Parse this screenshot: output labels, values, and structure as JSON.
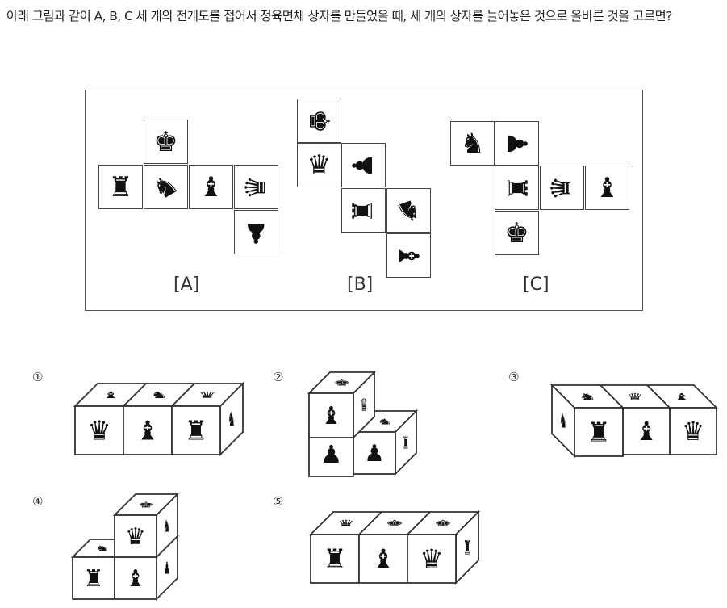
{
  "question": "아래 그림과 같이 A, B, C 세 개의 전개도를 접어서 정육면체 상자를 만들었을 때, 세 개의 상자를 늘어놓은 것으로 올바른 것을 고르면?",
  "nets": [
    {
      "label": "[A]",
      "faces": [
        "♚",
        "♜",
        "♞",
        "♝",
        "♛",
        "♟"
      ]
    },
    {
      "label": "[B]",
      "faces": [
        "♚",
        "♛",
        "♟",
        "♜",
        "♞",
        "♝"
      ]
    },
    {
      "label": "[C]",
      "faces": [
        "♞",
        "♟",
        "♜",
        "♛",
        "♝",
        "♚"
      ]
    }
  ],
  "options": [
    {
      "number": "①",
      "faces": [
        "♛",
        "♝",
        "♜",
        "♝",
        "♞",
        "♛",
        "♞"
      ]
    },
    {
      "number": "②",
      "faces": [
        "♝",
        "♛",
        "♚",
        "♟",
        "♟",
        "♞",
        "♜"
      ]
    },
    {
      "number": "③",
      "faces": [
        "♜",
        "♝",
        "♛",
        "♞",
        "♛",
        "♝",
        "♞"
      ]
    },
    {
      "number": "④",
      "faces": [
        "♛",
        "♚",
        "♞",
        "♜",
        "♝",
        "♞",
        "♟"
      ]
    },
    {
      "number": "⑤",
      "faces": [
        "♜",
        "♝",
        "♛",
        "♛",
        "♚",
        "♚",
        "♜"
      ]
    }
  ]
}
